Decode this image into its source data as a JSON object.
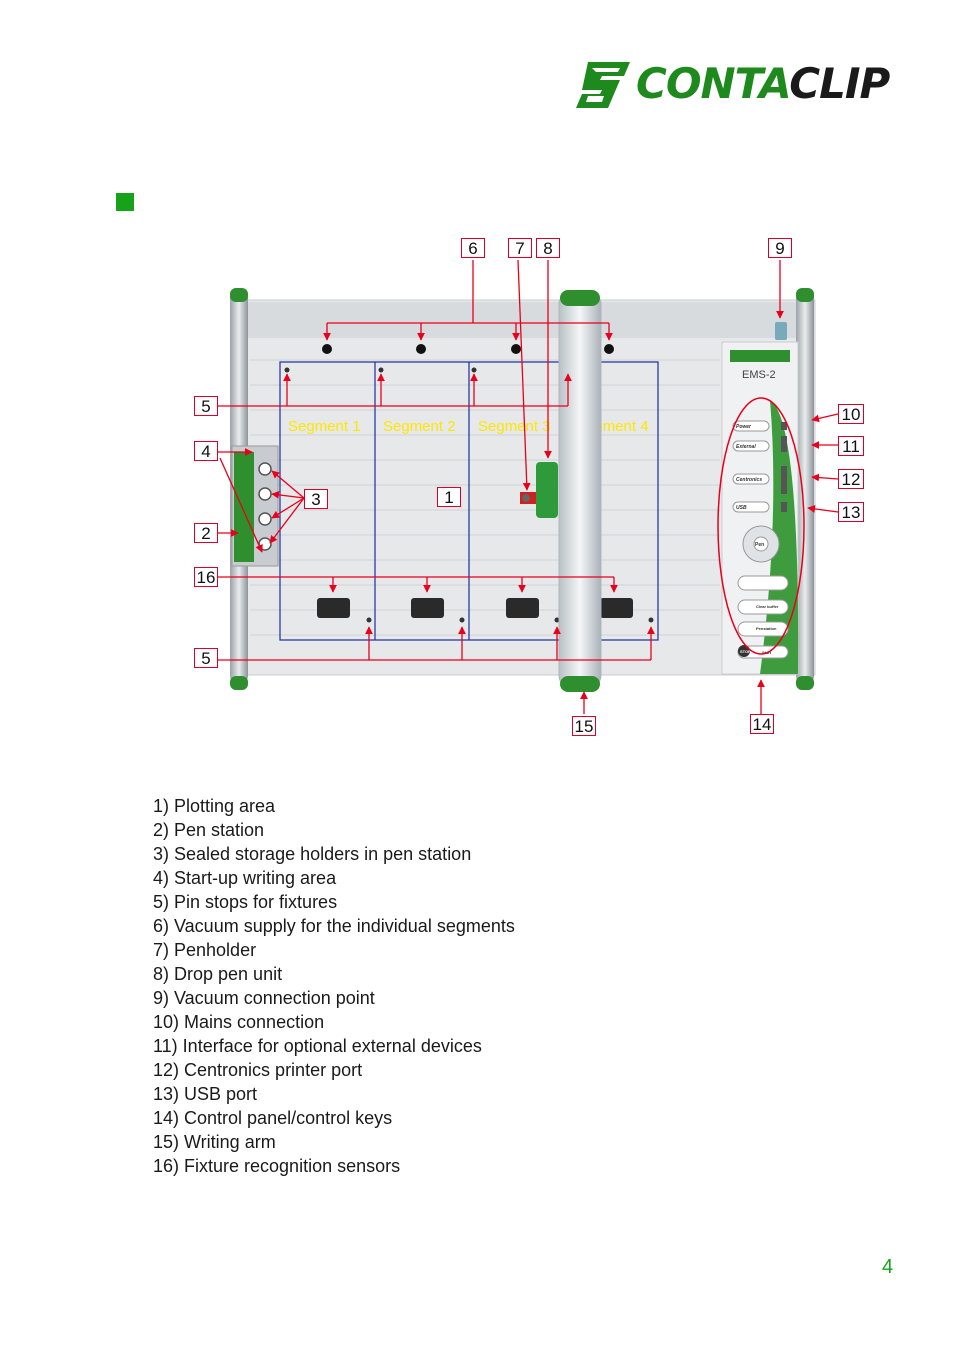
{
  "header": {
    "logo_text_green": "CONTA",
    "logo_text_dark": "CLIP"
  },
  "colors": {
    "brand_green": "#1e8a1e",
    "callout_red": "#d6002a",
    "segment_blue": "#1a2f9c",
    "segment_label": "#ffe600"
  },
  "diagram": {
    "panel_brand": "EMS-2",
    "segments": [
      "Segment 1",
      "Segment 2",
      "Segment 3",
      "Segment 4"
    ],
    "panel_keys": [
      "Power",
      "External",
      "Centronics",
      "USB",
      "Pen",
      "Clear buffer",
      "Penstation",
      "STOP",
      "Start"
    ],
    "callouts": [
      "6",
      "7",
      "8",
      "9",
      "5",
      "10",
      "4",
      "11",
      "12",
      "3",
      "1",
      "13",
      "2",
      "16",
      "5",
      "15",
      "14"
    ]
  },
  "legend": [
    "1) Plotting area",
    "2) Pen station",
    "3) Sealed storage holders in pen station",
    "4) Start-up writing area",
    "5) Pin stops for fixtures",
    "6) Vacuum supply for the individual segments",
    "7) Penholder",
    "8) Drop pen unit",
    "9) Vacuum connection point",
    "10) Mains connection",
    "11) Interface for optional external devices",
    "12) Centronics printer port",
    "13) USB port",
    "14) Control panel/control keys",
    "15) Writing arm",
    "16) Fixture recognition sensors"
  ],
  "page_number": "4"
}
